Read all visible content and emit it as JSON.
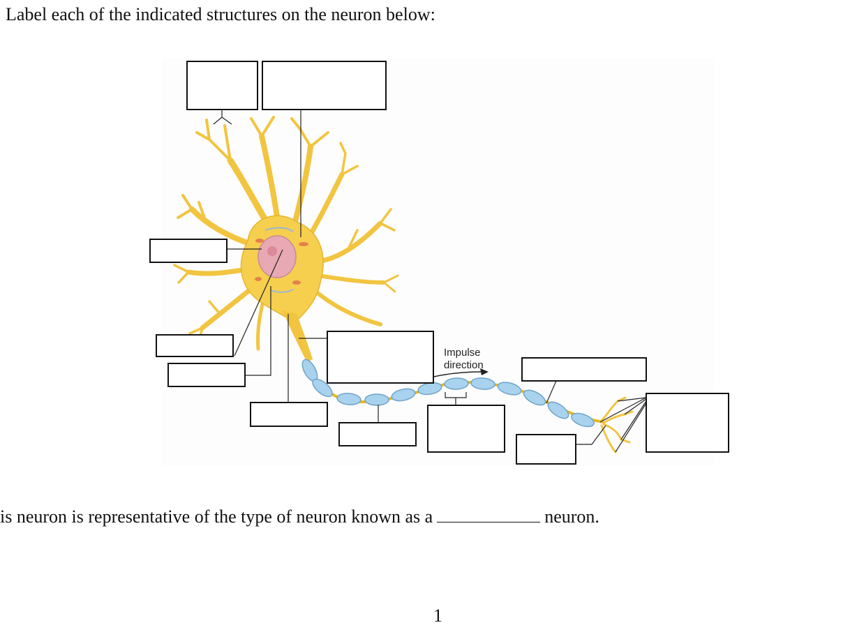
{
  "instruction": "Label each of the indicated structures on the neuron below:",
  "diagram": {
    "impulse_label_line1": "Impulse",
    "impulse_label_line2": "direction",
    "label_box_count": 12
  },
  "question": {
    "text_before": "is neuron is representative of the type of neuron known as a",
    "text_after": "neuron."
  },
  "page_number": "1",
  "colors": {
    "dendrite": "#f5c842",
    "soma": "#f7d35a",
    "nucleus": "#e6a6b0",
    "myelin": "#a9d2ee",
    "myelin_stroke": "#6fa4c8",
    "axon": "#e8b820"
  }
}
